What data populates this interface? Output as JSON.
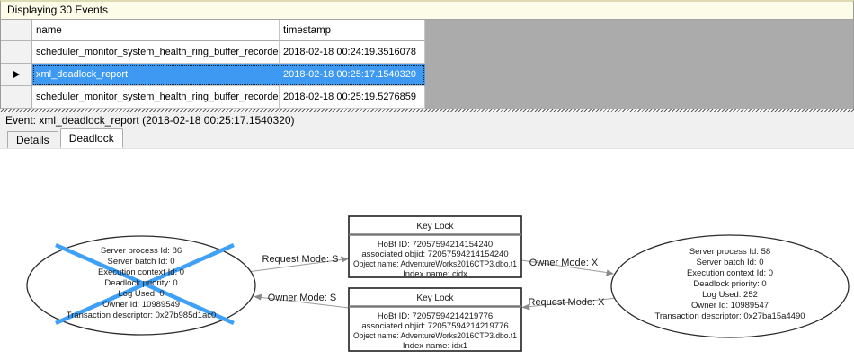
{
  "info_bar": {
    "text": "Displaying 30 Events"
  },
  "grid": {
    "columns": {
      "name": "name",
      "timestamp": "timestamp"
    },
    "rows": [
      {
        "name": "scheduler_monitor_system_health_ring_buffer_recorded",
        "timestamp": "2018-02-18 00:24:19.3516078"
      },
      {
        "name": "xml_deadlock_report",
        "timestamp": "2018-02-18 00:25:17.1540320"
      },
      {
        "name": "scheduler_monitor_system_health_ring_buffer_recorded",
        "timestamp": "2018-02-18 00:25:19.5276859"
      }
    ],
    "selected_row_index": 1
  },
  "event_bar": {
    "text": "Event: xml_deadlock_report (2018-02-18 00:25:17.1540320)"
  },
  "tabs": {
    "details_label": "Details",
    "deadlock_label": "Deadlock",
    "active": "Deadlock"
  },
  "graph": {
    "victim_process": {
      "lines": [
        "Server process Id: 86",
        "Server batch Id: 0",
        "Execution context Id: 0",
        "Deadlock priority: 0",
        "Log Used: 0",
        "Owner Id: 10989549",
        "Transaction descriptor: 0x27b985d1ac0"
      ]
    },
    "winner_process": {
      "lines": [
        "Server process Id: 58",
        "Server batch Id: 0",
        "Execution context Id: 0",
        "Deadlock priority: 0",
        "Log Used: 252",
        "Owner Id: 10989547",
        "Transaction descriptor: 0x27ba15a4490"
      ]
    },
    "resource_top": {
      "title": "Key Lock",
      "lines": [
        "HoBt ID: 72057594214154240",
        "associated objid: 72057594214154240",
        "Object name: AdventureWorks2016CTP3.dbo.t1",
        "Index name: cidx"
      ]
    },
    "resource_bottom": {
      "title": "Key Lock",
      "lines": [
        "HoBt ID: 72057594214219776",
        "associated objid: 72057594214219776",
        "Object name: AdventureWorks2016CTP3.dbo.t1",
        "Index name: idx1"
      ]
    },
    "edges": {
      "request_s": "Request Mode: S",
      "owner_s": "Owner Mode: S",
      "owner_x": "Owner Mode: X",
      "request_x": "Request Mode: X"
    }
  },
  "colors": {
    "selection_blue": "#3D99F2",
    "victim_cross_blue": "#3FA0F7",
    "info_bar_yellow": "#FCFCE8",
    "grid_empty_gray": "#ABABAB",
    "edge_gray": "#9A9A9A"
  }
}
